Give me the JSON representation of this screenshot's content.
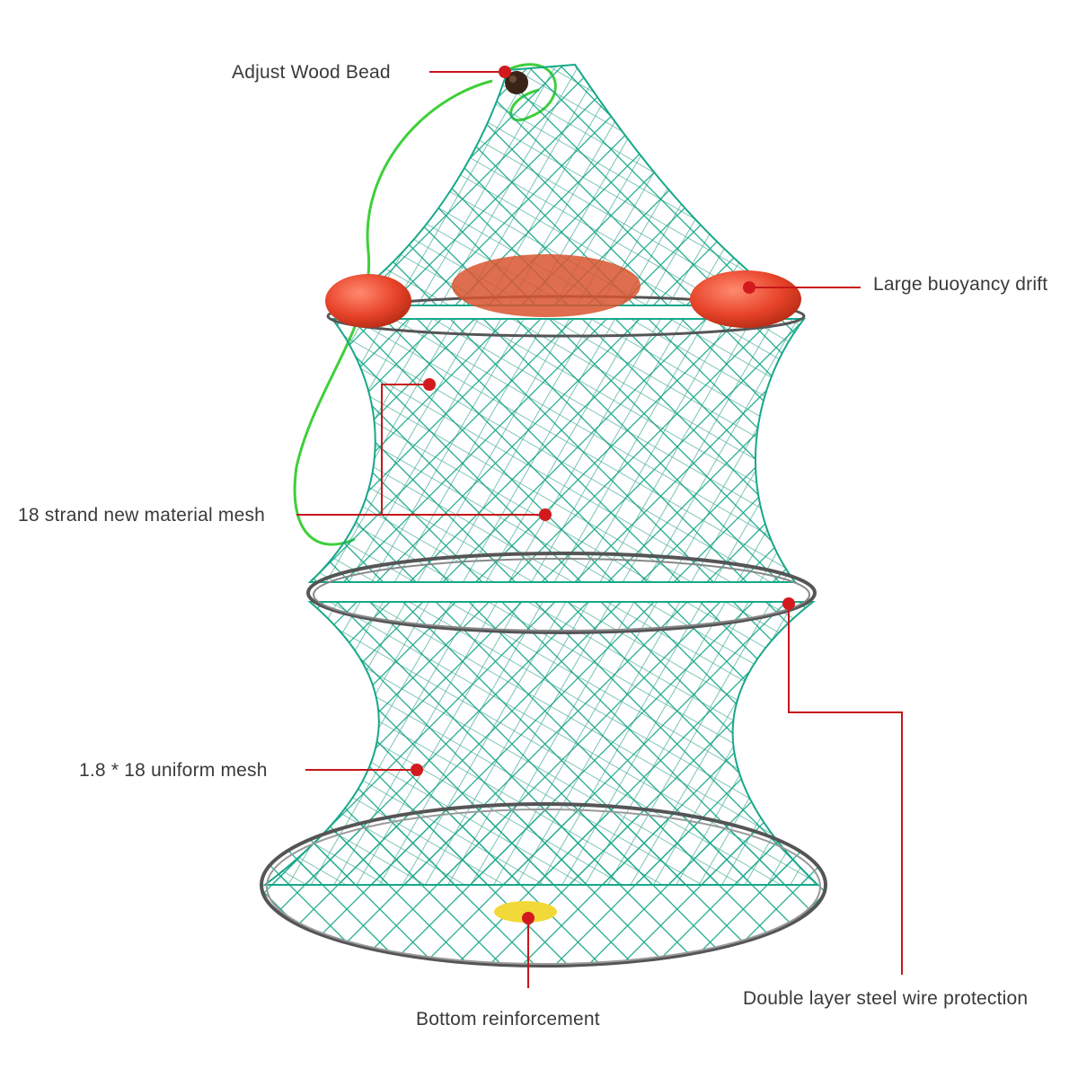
{
  "callouts": {
    "wood_bead": "Adjust Wood Bead",
    "buoyancy": "Large buoyancy drift",
    "strand_mesh": "18 strand new material mesh",
    "uniform_mesh": "1.8 * 18 uniform mesh",
    "bottom": "Bottom reinforcement",
    "steel_wire": "Double layer steel wire protection"
  },
  "colors": {
    "mesh": "#17a88a",
    "mesh_dark": "#0f7f68",
    "rope": "#3fcf3a",
    "float": "#e8442a",
    "leader": "#c8151b",
    "ring": "#555555",
    "bottom_disc": "#f2d93a"
  }
}
